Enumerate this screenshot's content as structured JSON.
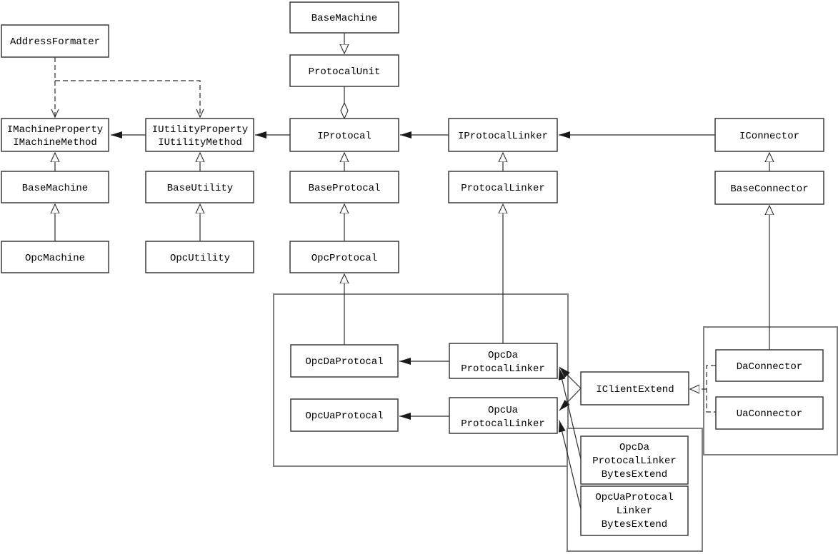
{
  "colors": {
    "background": "#ffffff",
    "box_fill": "#ffffff",
    "box_border": "#3c3c3c",
    "container_border": "#7f7f7f",
    "edge": "#2b2b2b",
    "text": "#000000"
  },
  "nodes": {
    "address_formater": {
      "label": "AddressFormater"
    },
    "base_machine_top": {
      "label": "BaseMachine"
    },
    "protocal_unit": {
      "label": "ProtocalUnit"
    },
    "i_machine": {
      "line1": "IMachineProperty",
      "line2": "IMachineMethod"
    },
    "i_utility": {
      "line1": "IUtilityProperty",
      "line2": "IUtilityMethod"
    },
    "i_protocal": {
      "label": "IProtocal"
    },
    "i_protocal_linker": {
      "label": "IProtocalLinker"
    },
    "i_connector": {
      "label": "IConnector"
    },
    "base_machine": {
      "label": "BaseMachine"
    },
    "base_utility": {
      "label": "BaseUtility"
    },
    "base_protocal": {
      "label": "BaseProtocal"
    },
    "protocal_linker": {
      "label": "ProtocalLinker"
    },
    "base_connector": {
      "label": "BaseConnector"
    },
    "opc_machine": {
      "label": "OpcMachine"
    },
    "opc_utility": {
      "label": "OpcUtility"
    },
    "opc_protocal": {
      "label": "OpcProtocal"
    },
    "opc_da_protocal": {
      "label": "OpcDaProtocal"
    },
    "opc_ua_protocal": {
      "label": "OpcUaProtocal"
    },
    "opc_da_linker": {
      "line1": "OpcDa",
      "line2": "ProtocalLinker"
    },
    "opc_ua_linker": {
      "line1": "OpcUa",
      "line2": "ProtocalLinker"
    },
    "i_client_extend": {
      "label": "IClientExtend"
    },
    "da_connector": {
      "label": "DaConnector"
    },
    "ua_connector": {
      "label": "UaConnector"
    },
    "opc_da_linker_bytes": {
      "line1": "OpcDa",
      "line2": "ProtocalLinker",
      "line3": "BytesExtend"
    },
    "opc_ua_linker_bytes": {
      "line1": "OpcUaProtocal",
      "line2": "Linker",
      "line3": "BytesExtend"
    }
  }
}
